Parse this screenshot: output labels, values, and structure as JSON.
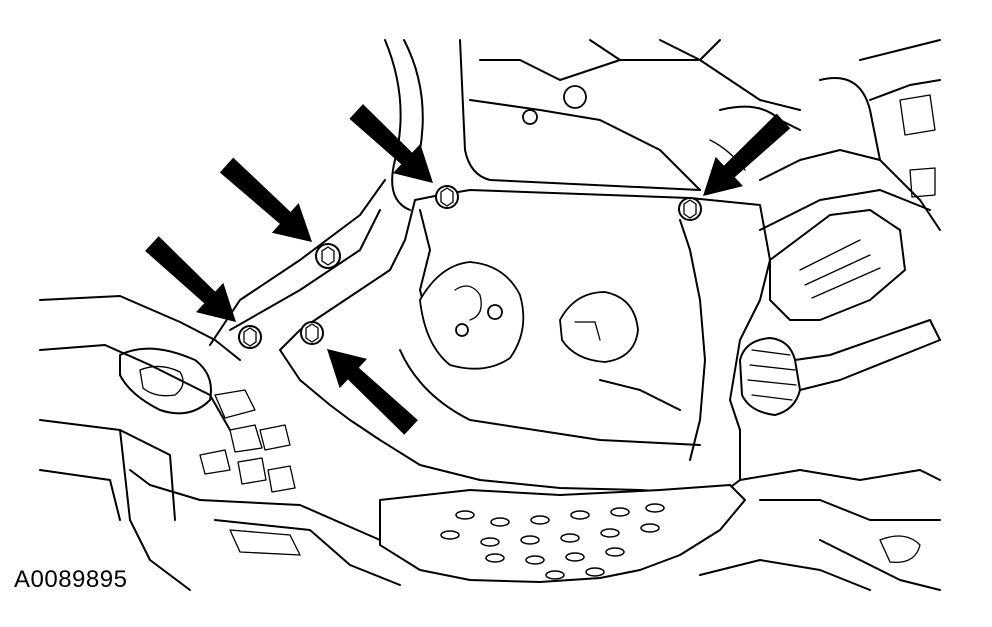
{
  "figure": {
    "reference_id": "A0089895",
    "callouts": [
      {
        "id": "arrow-1",
        "points_to": "fastener",
        "direction": "down-right"
      },
      {
        "id": "arrow-2",
        "points_to": "fastener",
        "direction": "down-right"
      },
      {
        "id": "arrow-3",
        "points_to": "fastener",
        "direction": "down-right"
      },
      {
        "id": "arrow-4",
        "points_to": "fastener",
        "direction": "up-left"
      },
      {
        "id": "arrow-5",
        "points_to": "fastener",
        "direction": "down-left"
      }
    ],
    "colors": {
      "line": "#000000",
      "background": "#ffffff"
    }
  }
}
